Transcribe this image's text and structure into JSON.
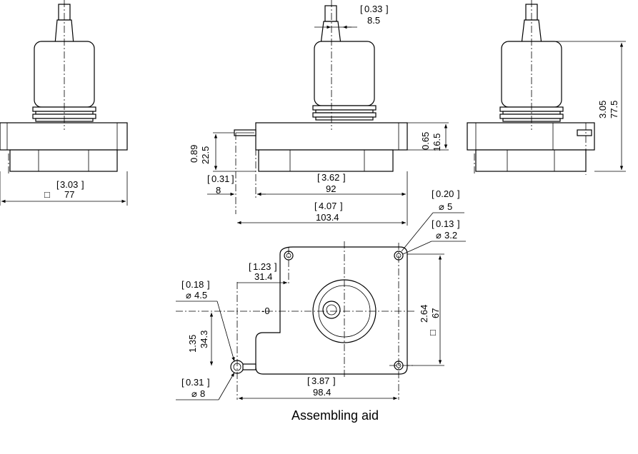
{
  "title": "",
  "caption": "Assembling aid",
  "views": {
    "front_left": {
      "width_in": "3.03",
      "width_mm": "77"
    },
    "front_middle": {
      "shaft_in": "0.33",
      "shaft_mm": "8.5",
      "height_in": "0.89",
      "height_mm": "22.5",
      "plate_in": "0.65",
      "plate_mm": "16.5",
      "offset_in": "0.31",
      "offset_mm": "8",
      "body_in": "3.62",
      "body_mm": "92",
      "total_in": "4.07",
      "total_mm": "103.4"
    },
    "side_right": {
      "height_in": "3.05",
      "height_mm": "77.5"
    },
    "bottom": {
      "hole1_in": "0.20",
      "hole1_mm": "5",
      "hole2_in": "0.13",
      "hole2_mm": "3.2",
      "x_in": "1.23",
      "x_mm": "31.4",
      "hole3_in": "0.18",
      "hole3_mm": "4.5",
      "zero": "-0",
      "y_in": "1.35",
      "y_mm": "34.3",
      "hole4_in": "0.31",
      "hole4_mm": "8",
      "spacing_in": "3.87",
      "spacing_mm": "98.4",
      "depth_in": "2.64",
      "depth_mm": "67"
    }
  },
  "symbols": {
    "diameter": "⌀",
    "square": "□"
  }
}
